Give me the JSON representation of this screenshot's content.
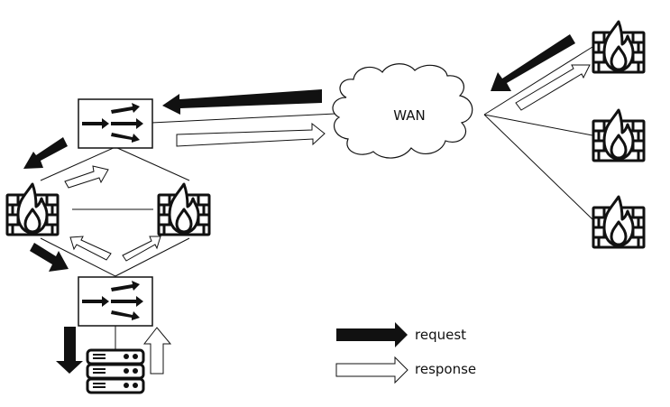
{
  "diagram": {
    "type": "network-topology",
    "cloud": {
      "label": "WAN"
    },
    "nodes": [
      {
        "id": "lb-top",
        "kind": "load-balancer"
      },
      {
        "id": "fw-left",
        "kind": "firewall"
      },
      {
        "id": "fw-right",
        "kind": "firewall"
      },
      {
        "id": "lb-bottom",
        "kind": "load-balancer"
      },
      {
        "id": "server",
        "kind": "server-rack"
      },
      {
        "id": "fw-remote-1",
        "kind": "firewall"
      },
      {
        "id": "fw-remote-2",
        "kind": "firewall"
      },
      {
        "id": "fw-remote-3",
        "kind": "firewall"
      }
    ],
    "links": [
      [
        "lb-top",
        "wan"
      ],
      [
        "lb-top",
        "fw-left"
      ],
      [
        "lb-top",
        "fw-right"
      ],
      [
        "fw-left",
        "fw-right"
      ],
      [
        "fw-left",
        "lb-bottom"
      ],
      [
        "fw-right",
        "lb-bottom"
      ],
      [
        "lb-bottom",
        "server"
      ],
      [
        "wan",
        "fw-remote-1"
      ],
      [
        "wan",
        "fw-remote-2"
      ],
      [
        "wan",
        "fw-remote-3"
      ]
    ],
    "flows": {
      "request_path": [
        "fw-remote-1",
        "wan",
        "lb-top",
        "fw-left",
        "lb-bottom",
        "server"
      ],
      "response_path": [
        "server",
        "lb-bottom",
        "fw-left",
        "lb-top",
        "wan",
        "fw-remote-1"
      ]
    }
  },
  "legend": {
    "request": "request",
    "response": "response"
  }
}
